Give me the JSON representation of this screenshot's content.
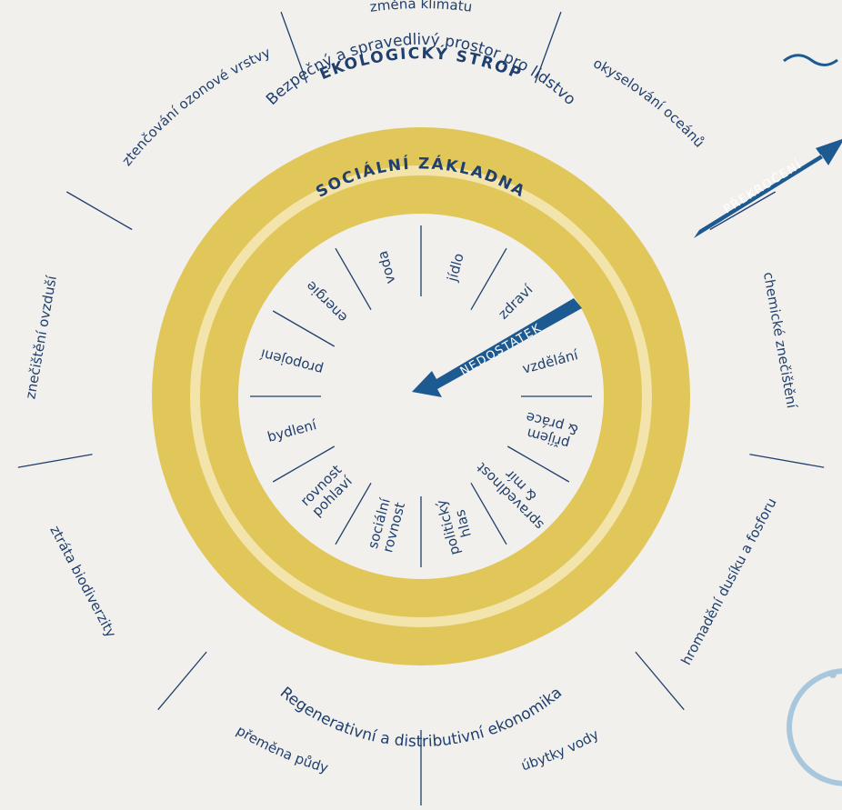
{
  "colors": {
    "background": "#f2f0ec",
    "ring_dark": "#e1c65a",
    "ring_light": "#f2e4ab",
    "text_blue": "#1f3f6e",
    "arrow_blue": "#1d5a92",
    "decor_light_blue": "#a9c7dc"
  },
  "outer_ring": {
    "title": "EKOLOGICKÝ STROP",
    "subtitle": "Bezpečný a spravedlivý prostor pro lidstvo",
    "bottom_text": "Regenerativní a distributivní ekonomika"
  },
  "inner_ring": {
    "title": "SOCIÁLNÍ ZÁKLADNA"
  },
  "ecological_ceiling": [
    "změna klimatu",
    "okyselování oceánů",
    "chemické znečištění",
    "hromadění dusíku a fosforu",
    "úbytky vody",
    "přeměna půdy",
    "ztráta biodiverzity",
    "znečištění ovzduší",
    "ztenčování ozonové vrstvy"
  ],
  "social_foundation": [
    [
      "jídlo"
    ],
    [
      "zdraví"
    ],
    [
      "vzdělání"
    ],
    [
      "příjem",
      "& práce"
    ],
    [
      "spravedlnost",
      "& mír"
    ],
    [
      "politický",
      "hlas"
    ],
    [
      "sociální",
      "rovnost"
    ],
    [
      "rovnost",
      "pohlaví"
    ],
    [
      "bydlení"
    ],
    [
      "propojení"
    ],
    [
      "energie"
    ],
    [
      "voda"
    ]
  ],
  "arrows": {
    "overshoot": "PŘEKROČENÍ",
    "shortfall": "NEDOSTATEK"
  },
  "decor_icons": [
    "wave-icon",
    "ring-icon"
  ]
}
